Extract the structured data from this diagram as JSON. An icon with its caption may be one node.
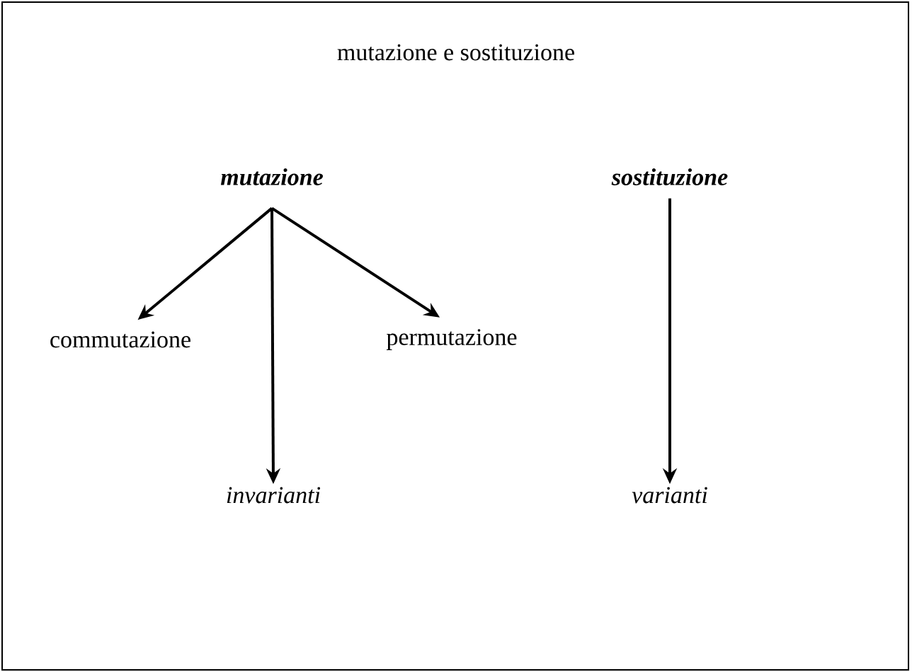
{
  "diagram": {
    "title": "mutazione e sostituzione",
    "nodes": [
      {
        "text": [
          "mutazione"
        ]
      },
      {
        "text": [
          "sostituzione"
        ]
      },
      {
        "text": [
          "commutazione"
        ]
      },
      {
        "text": [
          "permutazione"
        ]
      },
      {
        "text": [
          "invarianti"
        ]
      },
      {
        "text": [
          "varianti"
        ]
      }
    ],
    "edges": [
      {
        "from": 0,
        "to": 2,
        "arrow": "to"
      },
      {
        "from": 0,
        "to": 4,
        "arrow": "to"
      },
      {
        "from": 0,
        "to": 3,
        "arrow": "to"
      },
      {
        "from": 1,
        "to": 5,
        "arrow": "to"
      }
    ]
  }
}
